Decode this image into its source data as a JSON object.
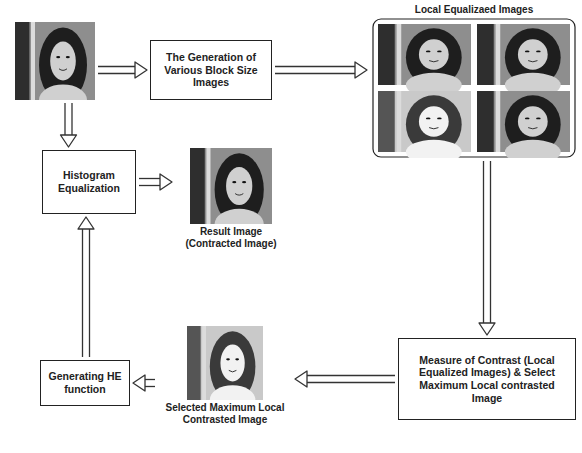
{
  "diagram": {
    "nodes": [
      {
        "text": []
      },
      {
        "text": [
          "The Generation of Various Block Size Images"
        ]
      },
      {
        "text": [
          "Local Equalizaed Images"
        ]
      },
      {
        "text": [
          "Histogram Equalization"
        ]
      },
      {
        "text": [
          "Result Image (Contracted Image)"
        ]
      },
      {
        "text": [
          "Generating HE function"
        ]
      },
      {
        "text": [
          "Selected Maximum Local Contrasted Image"
        ]
      },
      {
        "text": [
          "Measure of Contrast (Local Equalized Images) & Select Maximum Local contrasted Image"
        ]
      }
    ],
    "edges": [
      {
        "from": 0,
        "to": 1,
        "arrow": "to"
      },
      {
        "from": 1,
        "to": 2,
        "arrow": "to"
      },
      {
        "from": 0,
        "to": 3,
        "arrow": "to"
      },
      {
        "from": 3,
        "to": 4,
        "arrow": "to"
      },
      {
        "from": 2,
        "to": 7,
        "arrow": "to"
      },
      {
        "from": 7,
        "to": 6,
        "arrow": "to"
      },
      {
        "from": 6,
        "to": 5,
        "arrow": "to"
      },
      {
        "from": 5,
        "to": 3,
        "arrow": "to"
      }
    ]
  }
}
